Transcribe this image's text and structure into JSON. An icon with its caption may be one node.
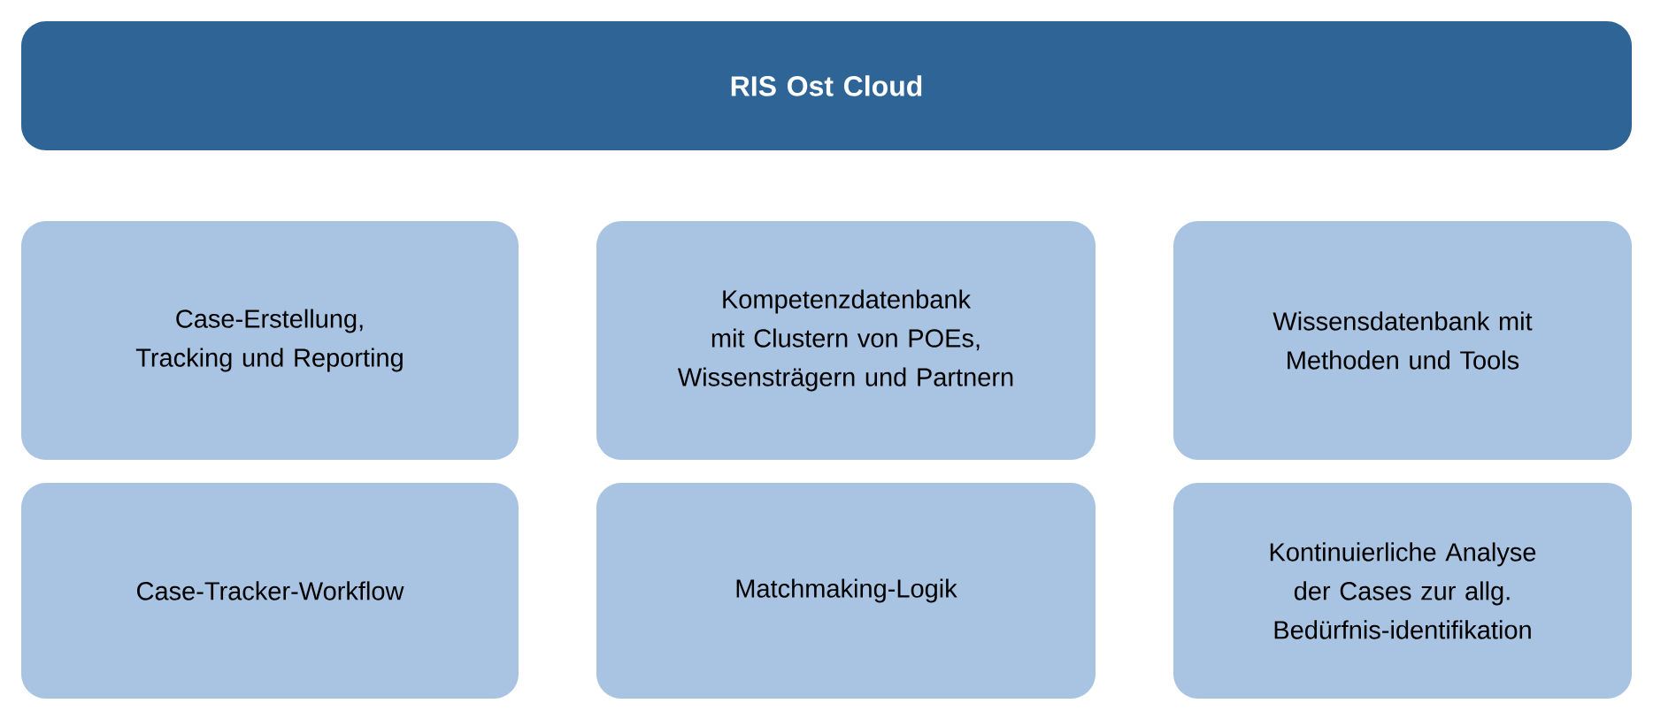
{
  "diagram": {
    "nodes": [
      {
        "text": [
          "RIS Ost Cloud"
        ]
      },
      {
        "text": [
          "Case-Erstellung, Tracking und Reporting"
        ]
      },
      {
        "text": [
          "Kompetenzdatenbank mit Clustern von POEs, Wissensträgern und Partnern"
        ]
      },
      {
        "text": [
          "Wissensdatenbank mit Methoden und Tools"
        ]
      },
      {
        "text": [
          "Case-Tracker-Workflow"
        ]
      },
      {
        "text": [
          "Matchmaking-Logik"
        ]
      },
      {
        "text": [
          "Kontinuierliche Analyse der Cases zur allg. Bedürfnis-identifikation"
        ]
      }
    ]
  }
}
